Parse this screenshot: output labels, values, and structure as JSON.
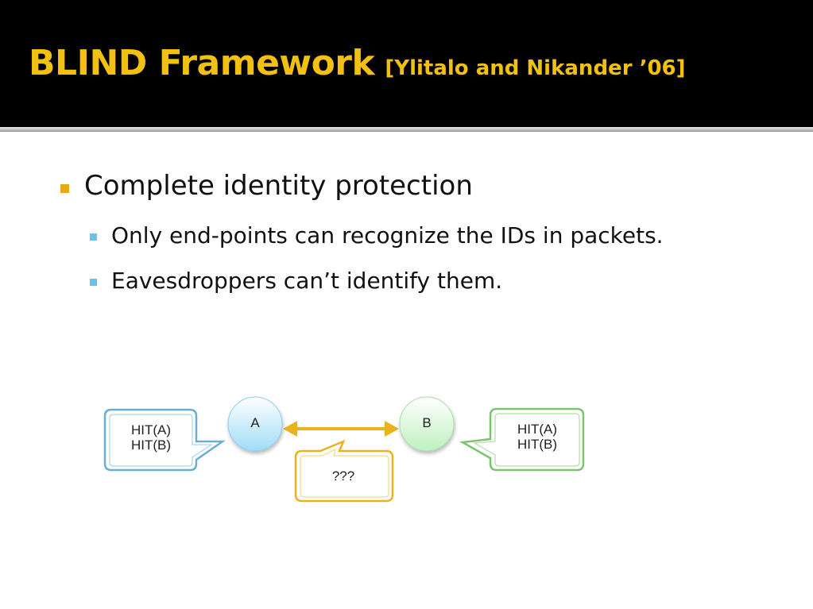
{
  "slide": {
    "title": "BLIND Framework",
    "citation": "[Ylitalo and Nikander ’06]",
    "bullet": "Complete identity protection",
    "subbullets": [
      "Only end-points can recognize the IDs in packets.",
      "Eavesdroppers can’t identify them."
    ]
  },
  "diagram": {
    "node_a": "A",
    "node_b": "B",
    "callout_left": {
      "line1": "HIT(A)",
      "line2": "HIT(B)"
    },
    "callout_right": {
      "line1": "HIT(A)",
      "line2": "HIT(B)"
    },
    "callout_middle": "???"
  },
  "colors": {
    "title": "#f2c010",
    "bullet_marker": "#e8a817",
    "subbullet_marker": "#6ec1e4",
    "node_a": "#9fdcf7",
    "node_b": "#bff0c0",
    "arrow": "#eab21f",
    "callout_left_border": "#6aaed0",
    "callout_right_border": "#7cc46f",
    "callout_middle_border": "#eab21f"
  }
}
